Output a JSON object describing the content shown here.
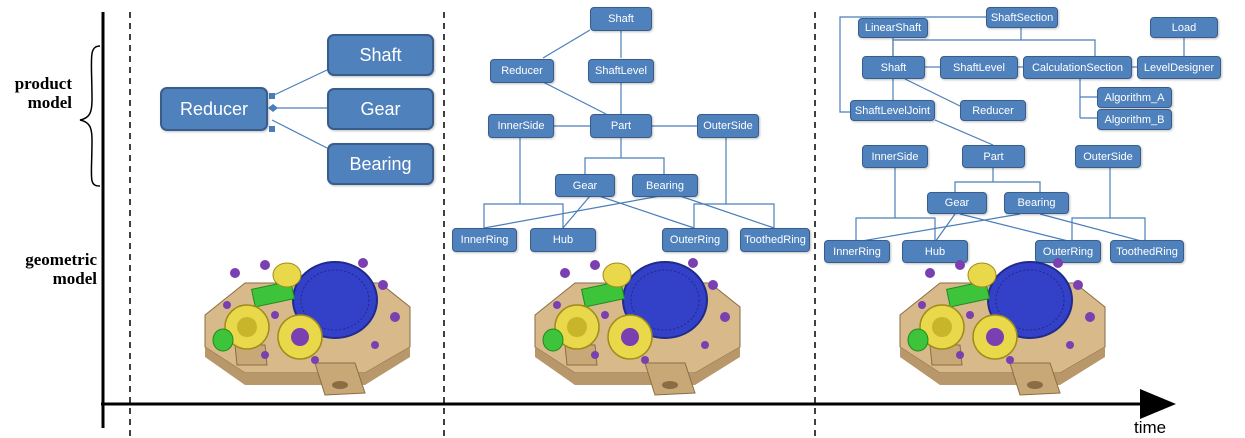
{
  "axis": {
    "y_label_line1": "product",
    "y_label_line2": "model",
    "geo_label_line1": "geometric",
    "geo_label_line2": "model",
    "x_label": "time"
  },
  "colors": {
    "node_fill": "#4f81bd",
    "node_border": "#385d8a",
    "edge": "#4a7ebb",
    "gear_blue": "#3340c8",
    "housing": "#d7b98a",
    "yellow": "#e9d84a",
    "green": "#3dc43a",
    "purple": "#7a3fb0"
  },
  "stage1": {
    "reducer": "Reducer",
    "shaft": "Shaft",
    "gear": "Gear",
    "bearing": "Bearing"
  },
  "stage2": {
    "shaft": "Shaft",
    "reducer": "Reducer",
    "shaftlevel": "ShaftLevel",
    "innerside": "InnerSide",
    "part": "Part",
    "outerside": "OuterSide",
    "gear": "Gear",
    "bearing": "Bearing",
    "innerring": "InnerRing",
    "hub": "Hub",
    "outerring": "OuterRing",
    "toothedring": "ToothedRing"
  },
  "stage3": {
    "shaftsection": "ShaftSection",
    "linearshaft": "LinearShaft",
    "load": "Load",
    "shaft": "Shaft",
    "shaftlevel": "ShaftLevel",
    "calculationsection": "CalculationSection",
    "leveldesigner": "LevelDesigner",
    "algorithm_a": "Algorithm_A",
    "shaftleveljoint": "ShaftLevelJoint",
    "reducer": "Reducer",
    "algorithm_b": "Algorithm_B",
    "innerside": "InnerSide",
    "part": "Part",
    "outerside": "OuterSide",
    "gear": "Gear",
    "bearing": "Bearing",
    "innerring": "InnerRing",
    "hub": "Hub",
    "outerring": "OuterRing",
    "toothedring": "ToothedRing"
  }
}
